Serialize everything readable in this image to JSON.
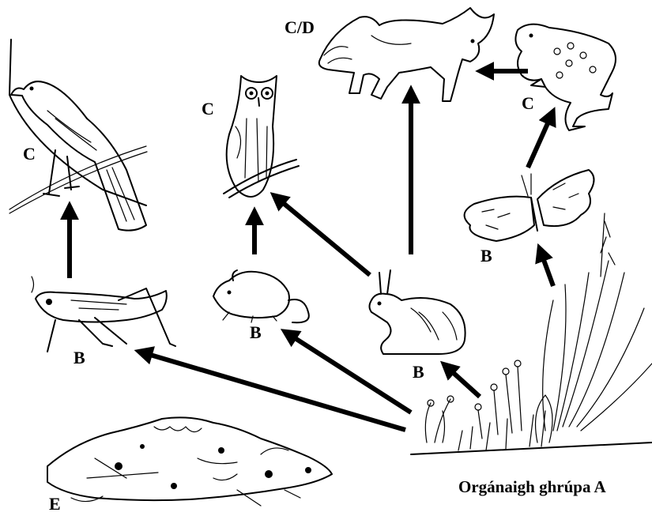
{
  "labels": {
    "fox": "C/D",
    "frog": "C",
    "owl": "C",
    "bird": "C",
    "butterfly": "B",
    "grasshopper": "B",
    "mouse": "B",
    "rabbit": "B",
    "decomposer": "E"
  },
  "caption": "Orgánaigh ghrúpa A",
  "icons": [
    "bird-icon",
    "owl-icon",
    "fox-icon",
    "frog-icon",
    "butterfly-icon",
    "grasshopper-icon",
    "mouse-icon",
    "rabbit-icon",
    "plants-icon",
    "decaying-matter-icon"
  ]
}
